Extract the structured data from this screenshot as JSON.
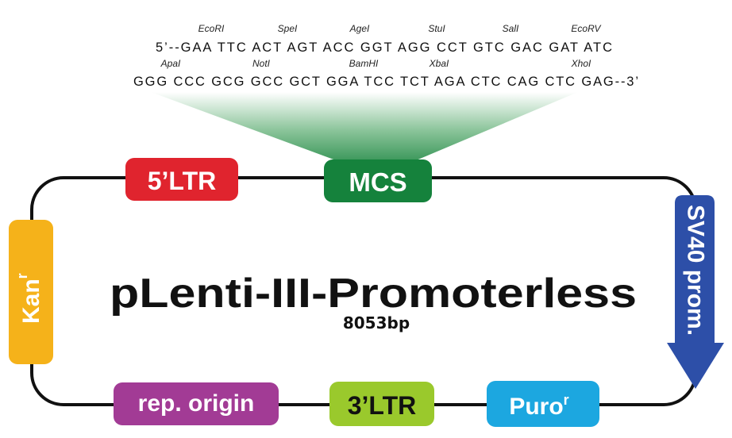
{
  "mcs": {
    "enzymes_row1": [
      "EcoRI",
      "SpeI",
      "AgeI",
      "StuI",
      "SalI",
      "EcoRV"
    ],
    "sequence_row1": "5’--GAA TTC ACT AGT ACC GGT AGG CCT GTC GAC GAT ATC",
    "enzymes_row2": [
      "ApaI",
      "NotI",
      "BamHI",
      "XbaI",
      "XhoI"
    ],
    "sequence_row2": "GGG CCC GCG GCC GCT GGA TCC TCT AGA CTC CAG CTC GAG--3’"
  },
  "plasmid": {
    "name": "pLenti-III-Promoterless",
    "size": "8053bp"
  },
  "features": {
    "ltr5": "5’LTR",
    "mcs": "MCS",
    "sv40": "SV40 prom.",
    "kan": "Kan",
    "kan_sup": "r",
    "rep_origin": "rep. origin",
    "ltr3": "3’LTR",
    "puro": "Puro",
    "puro_sup": "r"
  },
  "colors": {
    "ltr5": "#e0242e",
    "mcs": "#15823c",
    "sv40": "#2d4fa8",
    "kan": "#f5b21a",
    "rep_origin": "#a23b95",
    "ltr3": "#9ac92c",
    "puro": "#1ca7e0",
    "backbone": "#111111"
  }
}
